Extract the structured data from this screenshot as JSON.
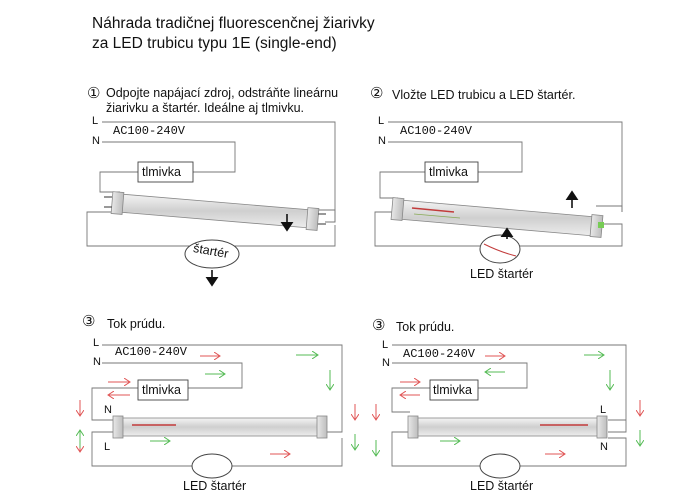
{
  "title": {
    "line1": "Náhrada tradičnej fluorescenčnej žiarivky",
    "line2": "za LED trubicu typu 1E (single-end)"
  },
  "panels": [
    {
      "number": "①",
      "text_line1": "Odpojte napájací zdroj, odstráňte lineárnu",
      "text_line2": "žiarivku a štartér. Ideálne aj tlmivku.",
      "label_L": "L",
      "label_N": "N",
      "voltage": "AC100-240V",
      "ballast": "tlmivka",
      "starter": "štartér"
    },
    {
      "number": "②",
      "text": "Vložte LED trubicu a LED štartér.",
      "label_L": "L",
      "label_N": "N",
      "voltage": "AC100-240V",
      "ballast": "tlmivka",
      "starter": "LED štartér"
    },
    {
      "number": "③",
      "text": "Tok prúdu.",
      "label_L": "L",
      "label_N": "N",
      "voltage": "AC100-240V",
      "ballast": "tlmivka",
      "tube_end_N": "N",
      "tube_end_L": "L",
      "starter": "LED štartér"
    },
    {
      "number": "③",
      "text": "Tok prúdu.",
      "label_L": "L",
      "label_N": "N",
      "voltage": "AC100-240V",
      "ballast": "tlmivka",
      "tube_end_L": "L",
      "tube_end_N": "N",
      "starter": "LED štartér"
    }
  ],
  "colors": {
    "wire": "#777777",
    "arrow_red": "#e05555",
    "arrow_green": "#55bb55",
    "led_strip": "#c23b3b"
  }
}
